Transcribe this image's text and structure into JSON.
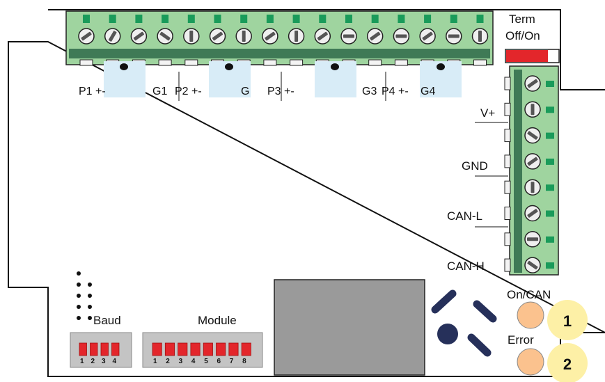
{
  "colors": {
    "terminal_green": "#9fd49f",
    "terminal_dark": "#3f7a56",
    "indicator_green": "#1a9b5a",
    "highlight_blue": "#d8ecf7",
    "dip_red": "#e3262b",
    "dip_gray": "#c4c4c4",
    "led_orange": "#fbc28e",
    "badge_yellow": "#fdf0a6",
    "chip_gray": "#9a9a9a",
    "button_navy": "#26305a"
  },
  "term_switch": {
    "title": "Term",
    "state_label": "Off/On"
  },
  "top_block": {
    "screw_count": 16,
    "labels": [
      "P1 +-",
      "G1",
      "P2 +-",
      "G",
      "P3 +-",
      "G3",
      "P4 +-",
      "G4"
    ]
  },
  "side_block": {
    "screw_count": 8,
    "labels": [
      "V+",
      "GND",
      "CAN-L",
      "CAN-H"
    ]
  },
  "baud_switch": {
    "label": "Baud",
    "positions": [
      "1",
      "2",
      "3",
      "4"
    ]
  },
  "module_switch": {
    "label": "Module",
    "positions": [
      "1",
      "2",
      "3",
      "4",
      "5",
      "6",
      "7",
      "8"
    ]
  },
  "leds": [
    {
      "label": "On/CAN",
      "badge": "1"
    },
    {
      "label": "Error",
      "badge": "2"
    }
  ]
}
